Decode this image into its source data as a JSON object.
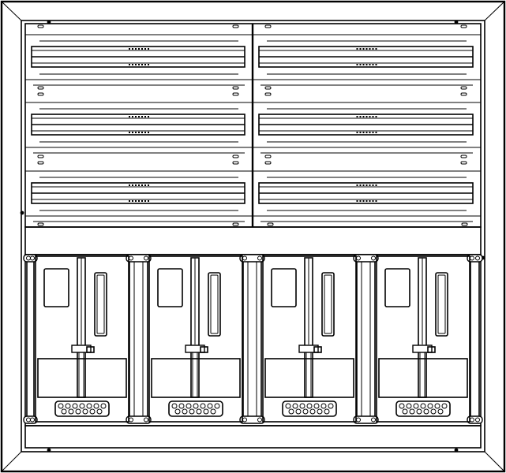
{
  "drawing": {
    "subject": "meter-cabinet-front-view",
    "line_color": "#000000",
    "background_color": "#ffffff",
    "upper_section": {
      "columns": 2,
      "rows": 3,
      "component": "din-rail-with-terminals"
    },
    "lower_section": {
      "bays": 4,
      "component": "meter-mounting-bay"
    }
  }
}
